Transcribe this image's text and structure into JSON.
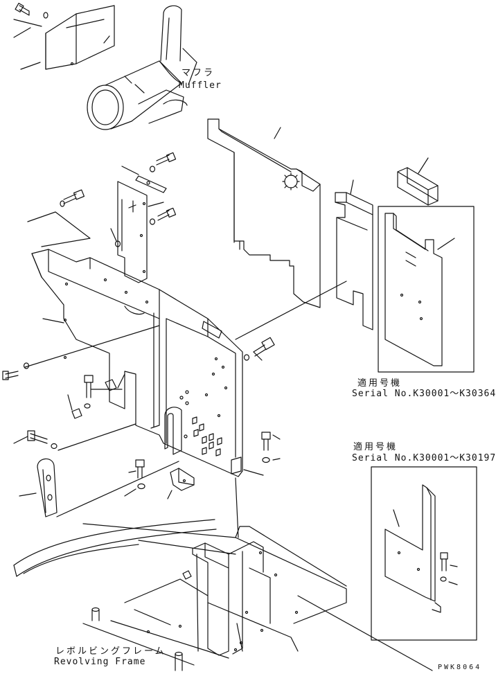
{
  "labels": {
    "muffler_jp": "マフラ",
    "muffler_en": "Muffler",
    "revolving_frame_jp": "レボルビングフレーム",
    "revolving_frame_en": "Revolving Frame"
  },
  "serial_notes": [
    {
      "title": "適用号機",
      "range": "Serial No.K30001～K30364"
    },
    {
      "title": "適用号機",
      "range": "Serial No.K30001～K30197"
    }
  ],
  "drawing_code": "PWK8064",
  "colors": {
    "line": "#111111",
    "background": "#ffffff"
  }
}
